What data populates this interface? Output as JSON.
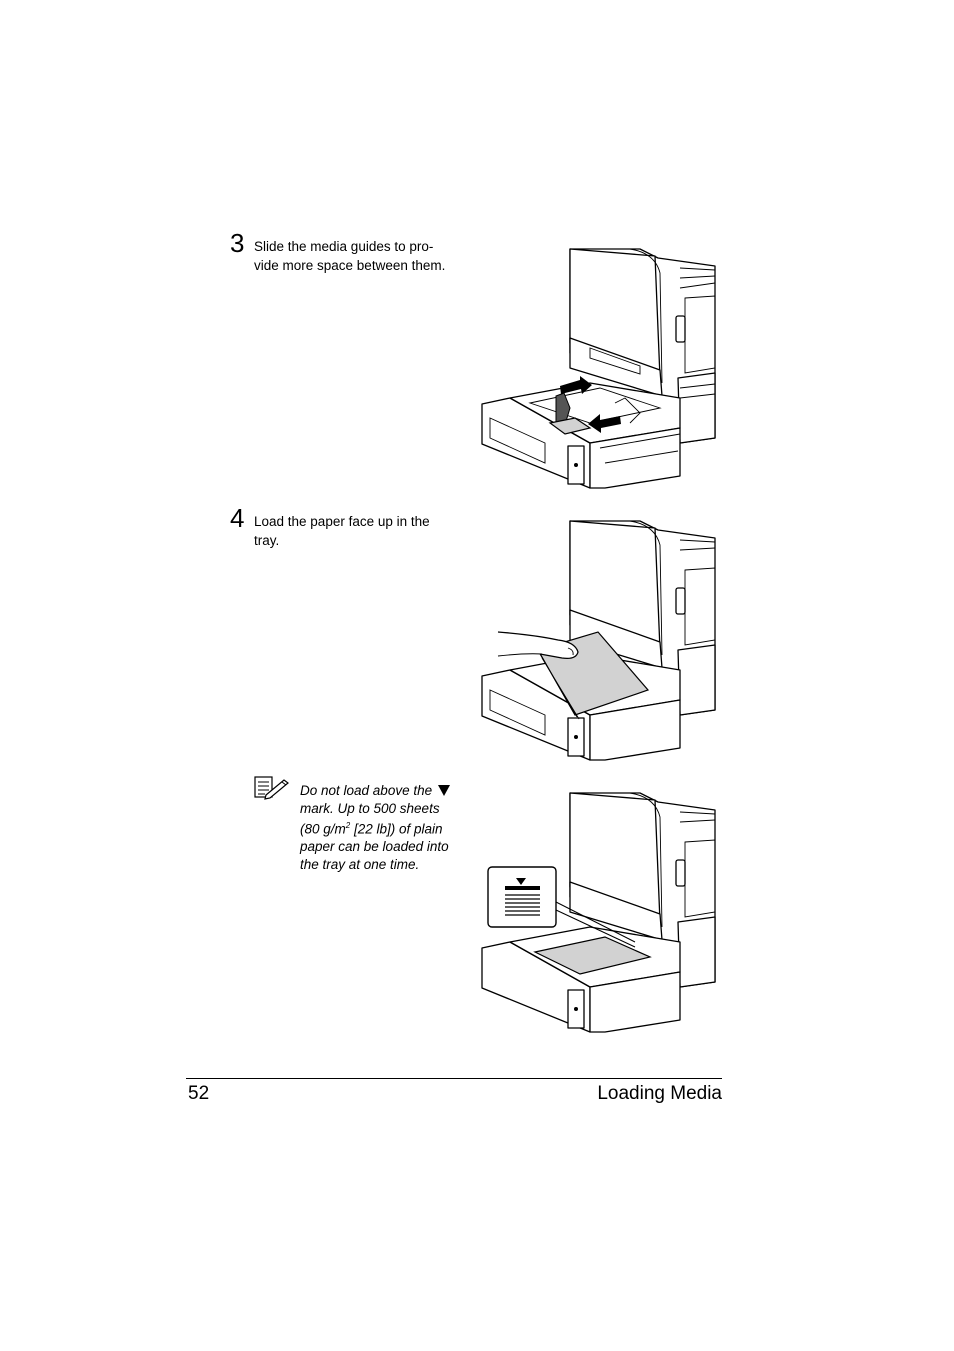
{
  "steps": [
    {
      "number": "3",
      "text_line1": "Slide the media guides to pro-",
      "text_line2": "vide more space between them.",
      "illustration_icon": "printer-tray-slide-guides-illustration"
    },
    {
      "number": "4",
      "text_line1": "Load the paper face up in the",
      "text_line2": "tray.",
      "illustration_icon": "printer-tray-load-paper-illustration"
    }
  ],
  "note": {
    "icon": "note-pencil-icon",
    "line1": "Do not load above the",
    "mark_icon": "fill-limit-triangle-icon",
    "line2": "mark. Up to 500 sheets",
    "line3_pre": "(80 g/m",
    "line3_sup": "2",
    "line3_post": " [22 lb]) of plain",
    "line4": "paper can be loaded into",
    "line5": "the tray at one time.",
    "illustration_icon": "printer-tray-fill-limit-illustration"
  },
  "footer": {
    "page_number": "52",
    "section_title": "Loading Media"
  }
}
